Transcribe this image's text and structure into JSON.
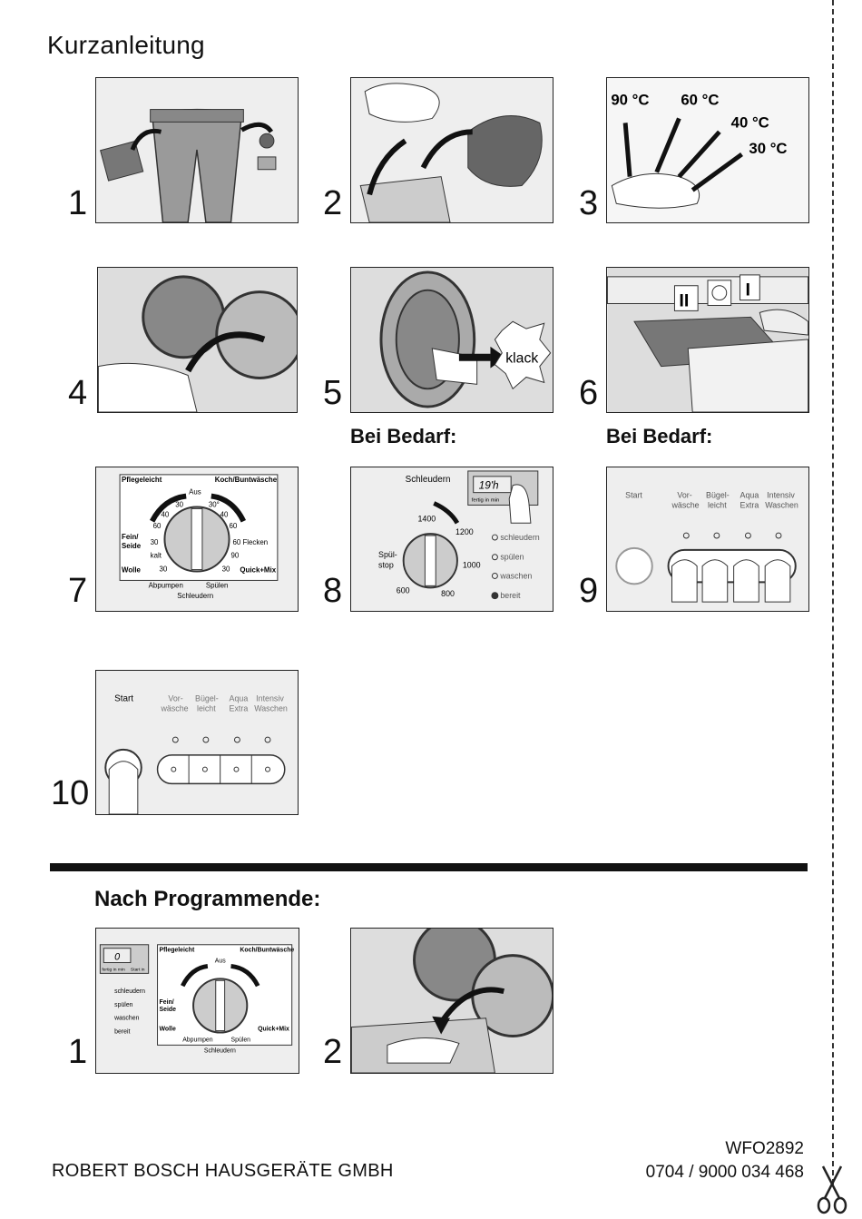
{
  "title": "Kurzanleitung",
  "steps": [
    {
      "num": "1"
    },
    {
      "num": "2"
    },
    {
      "num": "3",
      "temps": [
        "90 °C",
        "60 °C",
        "40 °C",
        "30 °C"
      ]
    },
    {
      "num": "4"
    },
    {
      "num": "5",
      "sound": "klack"
    },
    {
      "num": "6",
      "compartments": [
        "II",
        "I"
      ]
    },
    {
      "num": "7"
    },
    {
      "num": "8"
    },
    {
      "num": "9"
    },
    {
      "num": "10"
    }
  ],
  "bei_bedarf": "Bei Bedarf:",
  "dial": {
    "pflegeleicht": "Pflegeleicht",
    "koch": "Koch/Buntwäsche",
    "aus": "Aus",
    "left_temps": [
      "30",
      "40",
      "60",
      "30",
      "kalt",
      "30"
    ],
    "right_temps": [
      "30°",
      "40",
      "60",
      "60 Flecken",
      "90",
      "30"
    ],
    "fein": "Fein/",
    "seide": "Seide",
    "wolle": "Wolle",
    "quick": "Quick+Mix",
    "abpumpen": "Abpumpen",
    "spuelen": "Spülen",
    "schleudern": "Schleudern"
  },
  "spin": {
    "label": "Schleudern",
    "display": "19'h",
    "fertig": "fertig in min",
    "speeds": [
      "1400",
      "1200",
      "1000",
      "800",
      "600"
    ],
    "spuelstop": [
      "Spül-",
      "stop"
    ],
    "status": [
      "schleudern",
      "spülen",
      "waschen",
      "bereit"
    ]
  },
  "options": {
    "start": "Start",
    "buttons": [
      {
        "line1": "Vor-",
        "line2": "wäsche"
      },
      {
        "line1": "Bügel-",
        "line2": "leicht"
      },
      {
        "line1": "Aqua",
        "line2": "Extra"
      },
      {
        "line1": "Intensiv",
        "line2": "Waschen"
      }
    ]
  },
  "section2_title": "Nach Programmende:",
  "end_steps": [
    {
      "num": "1"
    },
    {
      "num": "2"
    }
  ],
  "end_display": {
    "value": "0",
    "fertig": "fertig in min",
    "start": "Start in",
    "status": [
      "schleudern",
      "spülen",
      "waschen",
      "bereit"
    ]
  },
  "footer": {
    "company": "ROBERT BOSCH HAUSGERÄTE GMBH",
    "model": "WFO2892",
    "partno": "0704 / 9000 034 468"
  }
}
